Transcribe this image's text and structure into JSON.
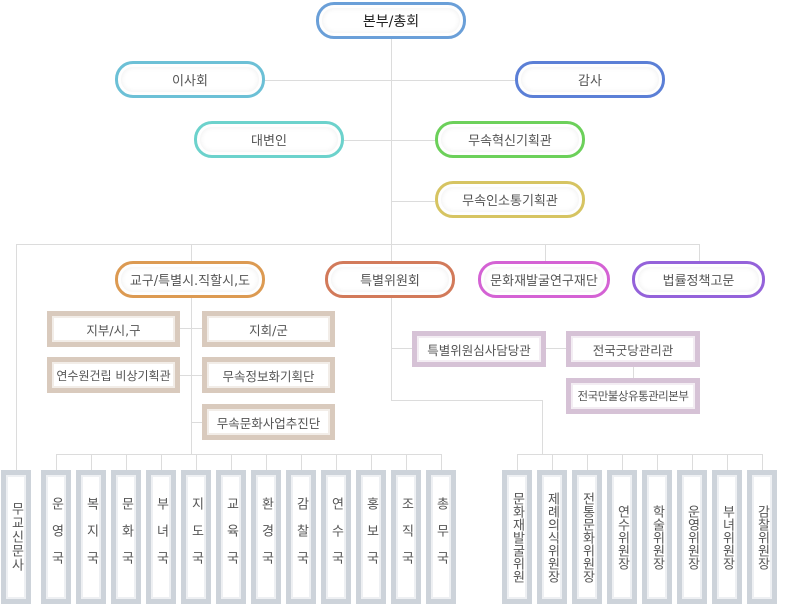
{
  "top": {
    "hq": "본부/총회",
    "board": "이사회",
    "audit": "감사",
    "spokesman": "대변인",
    "innovation": "무속혁신기획관",
    "communication": "무속인소통기획관"
  },
  "level2": {
    "diocese": "교구/특별시.직할시,도",
    "special_committee": "특별위원회",
    "heritage_foundation": "문화재발굴연구재단",
    "legal_advisor": "법률정책고문"
  },
  "diocese_sub": {
    "branch": "지부/시,구",
    "chapter": "지회/군",
    "training_center": "연수원건립 비상기획관",
    "informatization": "무속정보화기획단",
    "culture_business": "무속문화사업추진단"
  },
  "committee_sub": {
    "review": "특별위원심사담당관",
    "shrine": "전국굿당관리관",
    "distribution": "전국만불상유통관리본부"
  },
  "newspaper": "무교신문사",
  "bureaus": [
    "운영국",
    "복지국",
    "문화국",
    "부녀국",
    "지도국",
    "교육국",
    "환경국",
    "감찰국",
    "연수국",
    "홍보국",
    "조직국",
    "총무국"
  ],
  "committees": [
    "문화재발굴위원",
    "제례의식위원장",
    "전통문화위원장",
    "연수위원장",
    "학술위원장",
    "운영위원장",
    "부녀위원장",
    "감찰위원장"
  ],
  "colors": {
    "hq": "#6a9fd8",
    "board": "#6cc0d6",
    "audit": "#5b7fd6",
    "spokesman": "#6cd2cc",
    "innovation": "#6cd05a",
    "communication": "#d6c462",
    "diocese": "#dc9a52",
    "special_committee": "#d27a5a",
    "heritage_foundation": "#d462d4",
    "legal_advisor": "#9462da"
  }
}
